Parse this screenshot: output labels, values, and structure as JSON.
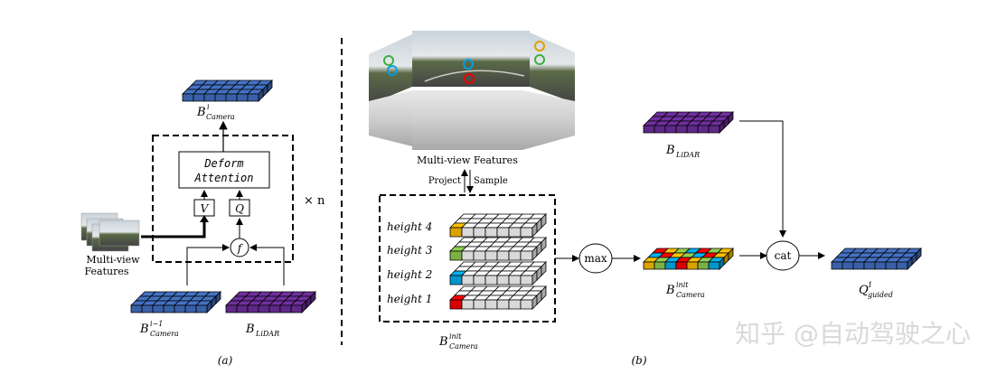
{
  "panel_a": {
    "caption": "(a)",
    "output_label": "B",
    "output_sup": "i",
    "output_sub": "Camera",
    "deform_line1": "Deform",
    "deform_line2": "Attention",
    "v_label": "V",
    "q_label": "Q",
    "f_label": "f",
    "repeat_label": "× n",
    "mv_line1": "Multi-view",
    "mv_line2": "Features",
    "prev_label": "B",
    "prev_sup": "i−1",
    "prev_sub": "Camera",
    "lidar_label": "B",
    "lidar_sub": "LiDAR"
  },
  "panel_b": {
    "caption": "(b)",
    "mv_label": "Multi-view Features",
    "project_label": "Project",
    "sample_label": "Sample",
    "heights": [
      "height 4",
      "height 3",
      "height 2",
      "height 1"
    ],
    "init_label": "B",
    "init_sup": "init",
    "init_sub": "Camera",
    "max_label": "max",
    "cam_init_label": "B",
    "cam_init_sup": "init",
    "cam_init_sub": "Camera",
    "lidar_label": "B",
    "lidar_sub": "LiDAR",
    "cat_label": "cat",
    "out_label": "Q",
    "out_sup": "1",
    "out_sub": "guided"
  },
  "watermark": "知乎 @自动驾驶之心",
  "colors": {
    "blue": "#4472C4",
    "purple": "#7030A0",
    "yellow": "#FFC000",
    "green": "#92D050",
    "cyan": "#00B0F0",
    "red": "#FF0000"
  }
}
